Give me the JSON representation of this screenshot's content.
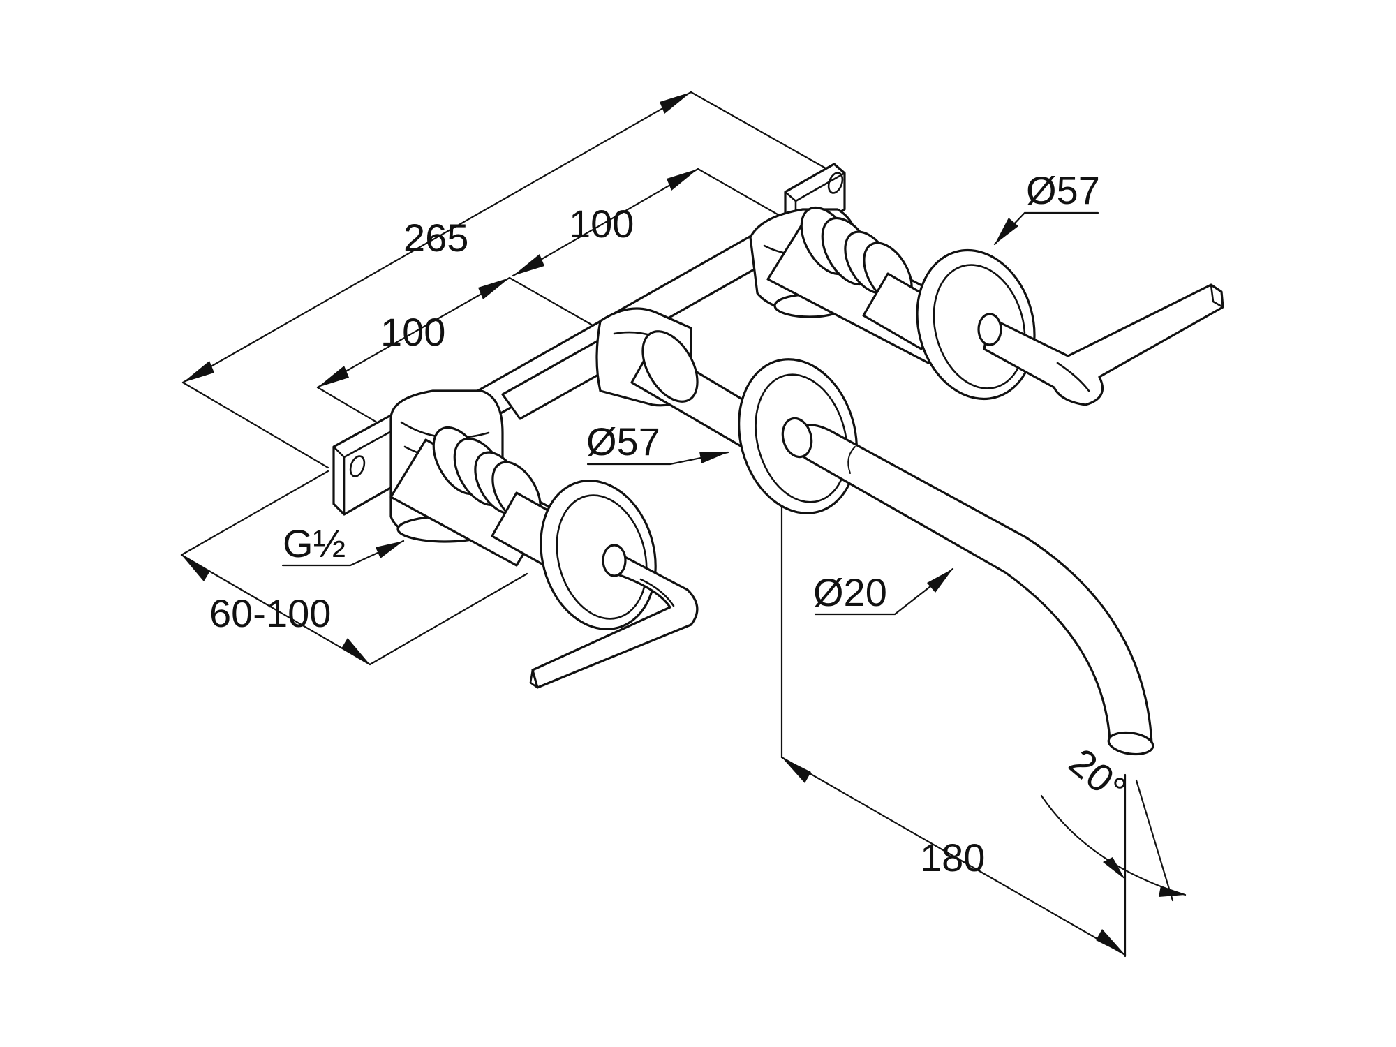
{
  "dimensions": {
    "overall_width": "265",
    "left_spacing": "100",
    "right_spacing": "100",
    "wall_depth": "60-100",
    "connection_thread": "G½",
    "rosette_left_diameter": "Ø57",
    "rosette_right_diameter": "Ø57",
    "spout_diameter": "Ø20",
    "spout_projection": "180",
    "spout_angle": "20°"
  },
  "colors": {
    "line": "#111111",
    "background": "#ffffff"
  }
}
